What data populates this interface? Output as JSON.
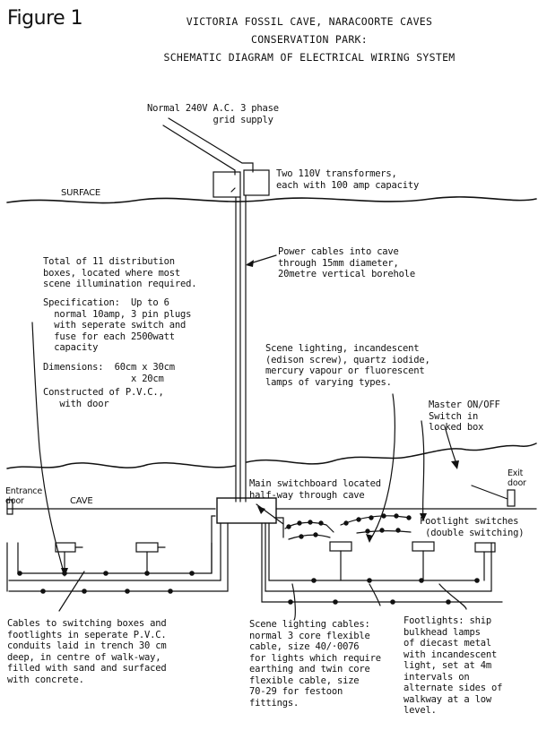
{
  "figure_label": "Figure 1",
  "title": {
    "line1": "VICTORIA FOSSIL CAVE, NARACOORTE CAVES",
    "line2": "CONSERVATION PARK:",
    "line3": "SCHEMATIC DIAGRAM OF ELECTRICAL WIRING SYSTEM"
  },
  "labels": {
    "grid_supply": "Normal 240V A.C. 3 phase\n            grid supply",
    "transformers": "Two 110V transformers,\neach with 100 amp capacity",
    "surface": "SURFACE",
    "power_cables": "Power cables into cave\nthrough 15mm diameter,\n20metre vertical borehole",
    "distribution_boxes": "Total of 11 distribution\nboxes, located where most\nscene illumination required.",
    "specification": "Specification:  Up to 6\n  normal 10amp, 3 pin plugs\n  with seperate switch and\n  fuse for each 2500watt\n  capacity",
    "dimensions": "Dimensions:  60cm x 30cm\n                x 20cm",
    "constructed": "Constructed of P.V.C.,\n   with door",
    "scene_lighting": "Scene lighting, incandescent\n(edison screw), quartz iodide,\nmercury vapour or fluorescent\nlamps of varying types.",
    "master_switch": "Master ON/OFF\nSwitch in\nlocked box",
    "entrance": "Entrance\ndoor",
    "cave": "CAVE",
    "switchboard": "Main switchboard located\nhalf-way through cave",
    "exit": "Exit\ndoor",
    "footlight_switches": "Footlight switches\n (double switching)",
    "cables_switching": "Cables to switching boxes and\nfootlights in seperate P.V.C.\nconduits laid in trench 30 cm\ndeep, in centre of walk-way,\nfilled with sand and surfaced\nwith concrete.",
    "scene_cables": "Scene lighting cables:\nnormal 3 core flexible\ncable, size 40/·0076\nfor lights which require\nearthing and twin core\nflexible cable, size\n70-29 for festoon\nfittings.",
    "footlights": "Footlights: ship\nbulkhead lamps\nof diecast metal\nwith incandescent\nlight, set at 4m\nintervals on\nalternate sides of\nwalkway at a low\nlevel."
  }
}
